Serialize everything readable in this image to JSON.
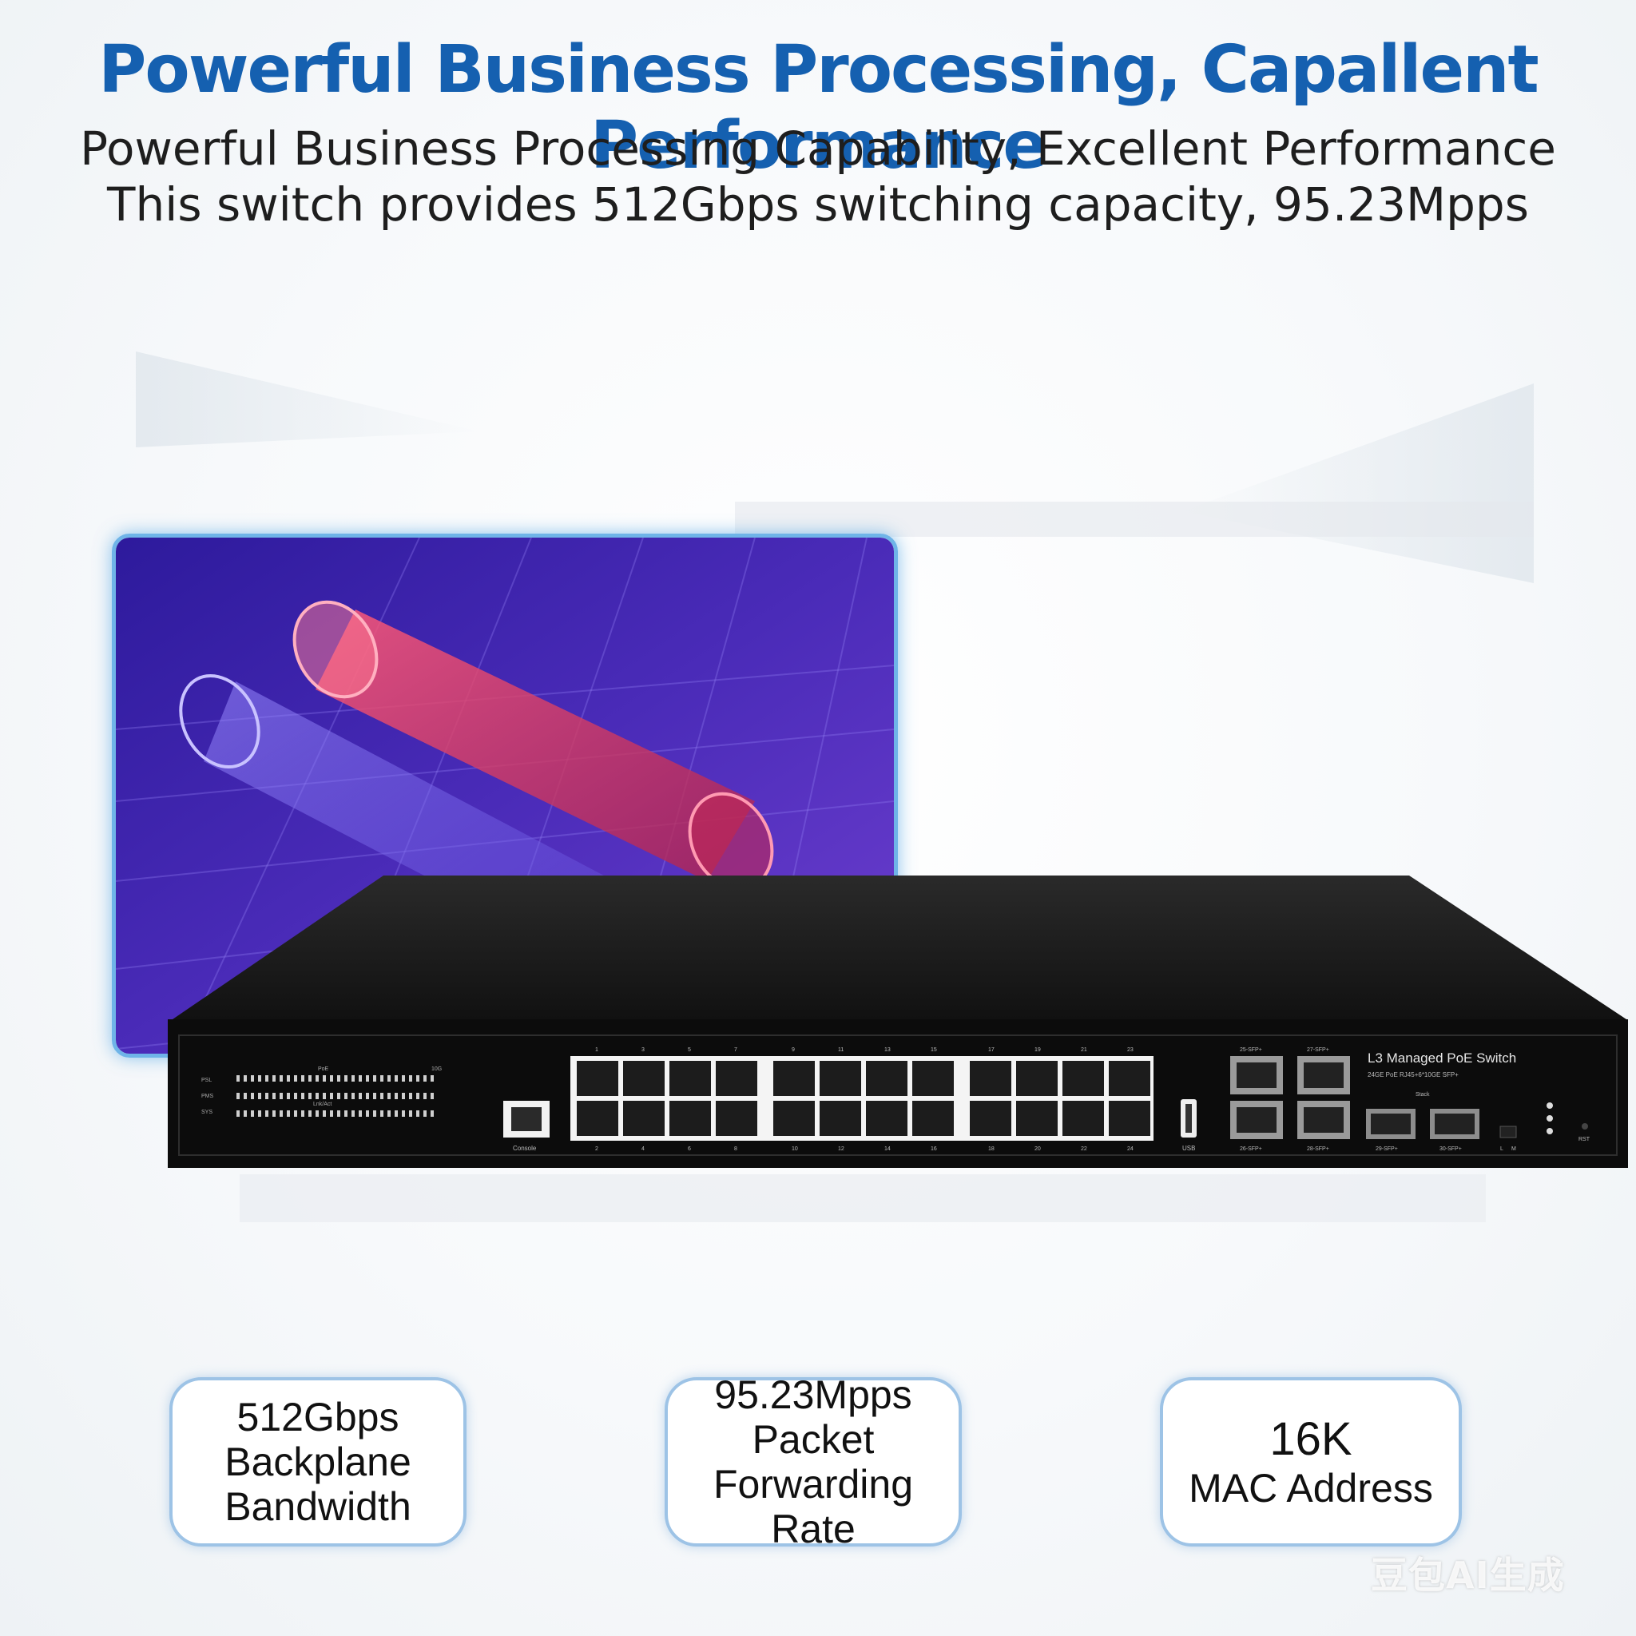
{
  "header": {
    "headline": "Powerful Business Processing, Capallent Performance",
    "subline_1": "Powerful Business Processing Capability, Excellent Performance",
    "subline_2": "This switch provides 512Gbps switching capacity, 95.23Mpps"
  },
  "device": {
    "model_label": "L3 Managed PoE Switch",
    "model_spec": "24GE PoE RJ45+6*10GE SFP+",
    "console_label": "Console",
    "usb_label": "USB",
    "rst_label": "RST",
    "led_labels": [
      "PSL",
      "PMS",
      "SYS"
    ],
    "poe_label": "PoE",
    "lnk_label": "Lnk/Act",
    "tengig_label": "10G",
    "stack_label": "Stack",
    "mode_labels": [
      "L",
      "M"
    ],
    "top_port_numbers": [
      "1",
      "3",
      "5",
      "7",
      "9",
      "11",
      "13",
      "15",
      "17",
      "19",
      "21",
      "23"
    ],
    "bottom_port_numbers": [
      "2",
      "4",
      "6",
      "8",
      "10",
      "12",
      "14",
      "16",
      "18",
      "20",
      "22",
      "24"
    ],
    "sfp_top_labels": [
      "25-SFP+",
      "27-SFP+"
    ],
    "sfp_bottom_labels": [
      "26-SFP+",
      "28-SFP+"
    ],
    "stack_port_labels": [
      "29-SFP+",
      "30-SFP+"
    ]
  },
  "stats": [
    {
      "lines": [
        "512Gbps",
        "Backplane",
        "Bandwidth"
      ]
    },
    {
      "lines": [
        "95.23Mpps",
        "Packet",
        "Forwarding Rate"
      ]
    },
    {
      "lines": [
        "16K",
        "MAC Address"
      ]
    }
  ],
  "watermark": "豆包AI生成",
  "colors": {
    "headline": "#1560b0",
    "hero_border": "#6fb4e8",
    "hero_bg": "#3a1fa8",
    "switch_body": "#111111",
    "tube_red": "#e0305a"
  }
}
